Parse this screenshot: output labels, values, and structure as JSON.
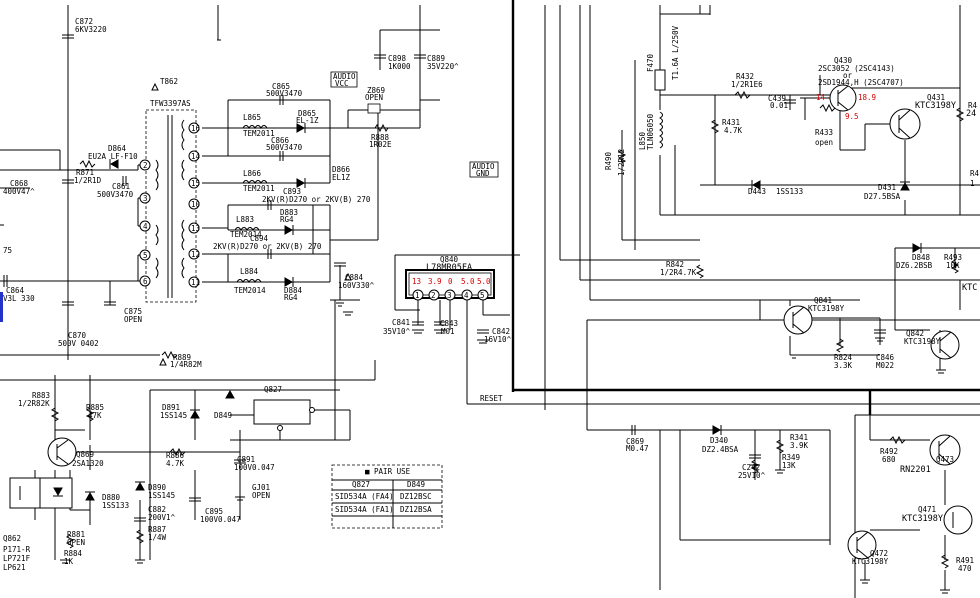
{
  "components": {
    "c872": [
      "C872",
      "6KV3220"
    ],
    "t862": [
      "T862",
      "TFW3397AS"
    ],
    "c865": [
      "C865",
      "500V3470"
    ],
    "l865": [
      "L865",
      "TEM2011"
    ],
    "d865": [
      "D865",
      "EL-1Z"
    ],
    "c866": [
      "C866",
      "500V3470"
    ],
    "l866": [
      "L866",
      "TEM2011"
    ],
    "d866": [
      "D866",
      "EL1Z"
    ],
    "c893": [
      "C893",
      "2KV(R)D270 or 2KV(B) 270"
    ],
    "l883": [
      "L883",
      "TEM2014"
    ],
    "d883": [
      "D883",
      "RG4"
    ],
    "c894": [
      "C894",
      "2KV(R)D270 or 2KV(B) 270"
    ],
    "l884": [
      "L884",
      "TEM2014"
    ],
    "d884": [
      "D884",
      "RG4"
    ],
    "c884": [
      "C884",
      "160V330^"
    ],
    "c898": [
      "C898",
      "1K000"
    ],
    "c889": [
      "C889",
      "35V220^"
    ],
    "audio_vcc": [
      "AUDIO",
      "VCC"
    ],
    "z869": [
      "Z869",
      "OPEN"
    ],
    "r888": [
      "R888",
      "1R02E"
    ],
    "audio_gnd": [
      "AUDIO",
      "GND"
    ],
    "d864": [
      "D864",
      "EU2A  LF-F10"
    ],
    "r871": [
      "R871",
      "1/2R1D"
    ],
    "c861": [
      "C861",
      "500V3470"
    ],
    "c868": [
      "C868",
      "400V47^"
    ],
    "c864": [
      "C864",
      "V3L 330"
    ],
    "c870": [
      "C870",
      "500V 0402"
    ],
    "c875": [
      "C875",
      "OPEN"
    ],
    "r889": [
      "R889",
      "1/4R82M"
    ],
    "r883": [
      "R883",
      "1/2R82K"
    ],
    "r885": [
      "R885",
      "47K"
    ],
    "q869": [
      "Q869",
      "2SA1320"
    ],
    "d891": [
      "D891",
      "1SS145"
    ],
    "d849_marker": "D849",
    "q827": "Q827",
    "r886": [
      "R886",
      "4.7K"
    ],
    "c891": [
      "C891",
      "100V0.047"
    ],
    "d890": [
      "D890",
      "1SS145"
    ],
    "d880": [
      "D880",
      "1SS133"
    ],
    "c882": [
      "C882",
      "200V1^"
    ],
    "r887": [
      "R887",
      "1/4W"
    ],
    "c895": [
      "C895",
      "100V0.047"
    ],
    "g801": [
      "GJ01",
      "OPEN"
    ],
    "q862": [
      "Q862",
      "P171-R",
      "LP721F",
      "LP621"
    ],
    "r881": [
      "R881",
      "OPEN"
    ],
    "r884": [
      "R884",
      "1K"
    ],
    "q840": [
      "Q840",
      "L78MR05FA"
    ],
    "c841": [
      "C841",
      "35V10^"
    ],
    "c843": [
      "C843",
      "M01"
    ],
    "c842": [
      "C842",
      "16V10^"
    ],
    "r842": [
      "R842",
      "1/2R4.7K"
    ],
    "reset": "RESET",
    "f470": [
      "F470",
      "T1.6A L/250V"
    ],
    "l850": [
      "L850",
      "TLN06050"
    ],
    "r490": [
      "R490",
      "1/2R12"
    ],
    "r432": [
      "R432",
      "1/2R1E6"
    ],
    "c439": [
      "C439",
      "0.01"
    ],
    "q430": [
      "Q430",
      "2SC3052 (2SC4143)",
      "or",
      "2SD1944,H (2SC4707)"
    ],
    "r431": [
      "R431",
      "4.7K"
    ],
    "r433": [
      "R433",
      "open"
    ],
    "q431": [
      "Q431",
      "KTC3198Y"
    ],
    "d443": [
      "D443",
      "1SS133"
    ],
    "d431": [
      "D431",
      "D27.5BSA"
    ],
    "q841": [
      "Q841",
      "KTC3198Y"
    ],
    "r824": [
      "R824",
      "3.3K"
    ],
    "c846": [
      "C846",
      "M022"
    ],
    "d848": [
      "D848",
      "DZ6.2BSB"
    ],
    "r493": [
      "R493",
      "10K"
    ],
    "q842": [
      "Q842",
      "KTC3198Y"
    ],
    "c869": [
      "C869",
      "M0.47"
    ],
    "d340": [
      "D340",
      "DZ2.4BSA"
    ],
    "c242": [
      "C242",
      "25V10^"
    ],
    "r341": [
      "R341",
      "3.9K"
    ],
    "r349": [
      "R349",
      "13K"
    ],
    "r492": [
      "R492",
      "680"
    ],
    "q473": [
      "Q473",
      "RN2201"
    ],
    "q471": [
      "Q471",
      "KTC3198Y"
    ],
    "q472": [
      "Q472",
      "KTC3198Y"
    ],
    "r491": [
      "R491",
      "470"
    ],
    "r4_edge": "R4",
    "r4_val": "24",
    "r_ktc": "KTC",
    "r4_r": "R4",
    "r4_1": "1"
  },
  "pins": {
    "transformer": [
      "16",
      "14",
      "15",
      "13",
      "12",
      "10",
      "11",
      "2",
      "3",
      "4",
      "5",
      "6"
    ],
    "regulator": [
      "1",
      "2",
      "3",
      "4",
      "5"
    ],
    "regulator_values": [
      "13",
      "3.9",
      "0",
      "5.0",
      "5.0"
    ]
  },
  "q430_pins": [
    "14",
    "18.9",
    "9.5"
  ],
  "pair_table": {
    "title": "■ PAIR USE",
    "headers": [
      "Q827",
      "D849"
    ],
    "rows": [
      [
        "SID534A (FA4)",
        "DZ12BSC"
      ],
      [
        "SID534A (FA1)",
        "DZ12BSA"
      ]
    ]
  },
  "fragments": {
    "r75": "75"
  }
}
